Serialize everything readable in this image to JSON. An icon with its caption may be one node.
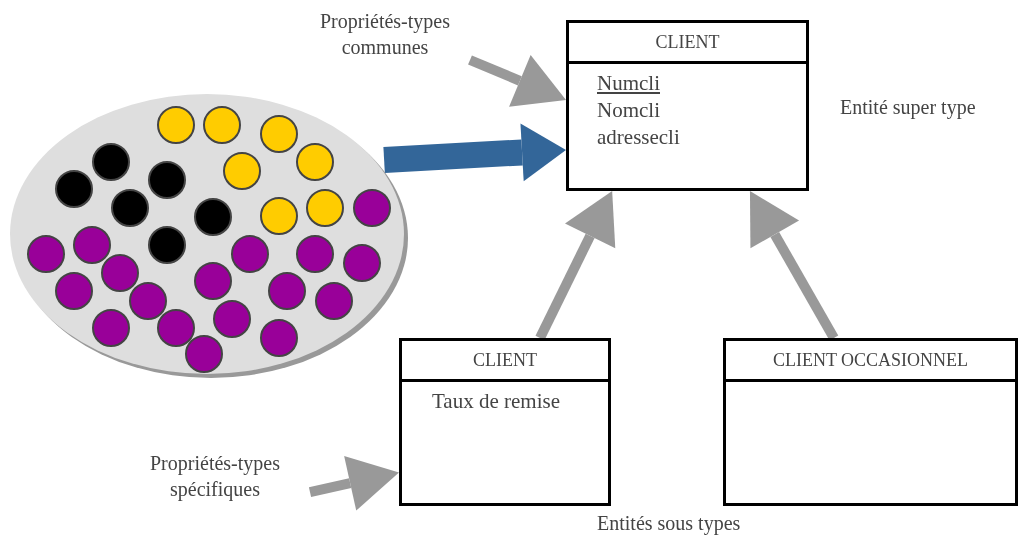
{
  "diagram": {
    "nodes": [
      {
        "text": [],
        "shape": "picture"
      },
      {
        "text": [
          "Propriétés-types communes"
        ]
      },
      {
        "text": [
          "CLIENT",
          "Numcli",
          "Nomcli",
          "adressecli"
        ],
        "beside": [
          "Entité super type"
        ]
      },
      {
        "text": [
          "CLIENT",
          "Taux de remise"
        ]
      },
      {
        "text": [
          "CLIENT OCCASIONNEL"
        ]
      },
      {
        "text": [
          "Propriétés-types spécifiques"
        ]
      }
    ],
    "edges": [
      {
        "from": 1,
        "to": 2,
        "arrow": "to"
      },
      {
        "from": 0,
        "to": 2,
        "arrow": "to",
        "style": "thick",
        "color": "#336699"
      },
      {
        "from": 3,
        "to": 2,
        "arrow": "to"
      },
      {
        "from": 4,
        "to": 2,
        "arrow": "to"
      },
      {
        "from": 5,
        "to": 3,
        "arrow": "to"
      }
    ],
    "labels": [
      "Entités sous types"
    ]
  }
}
